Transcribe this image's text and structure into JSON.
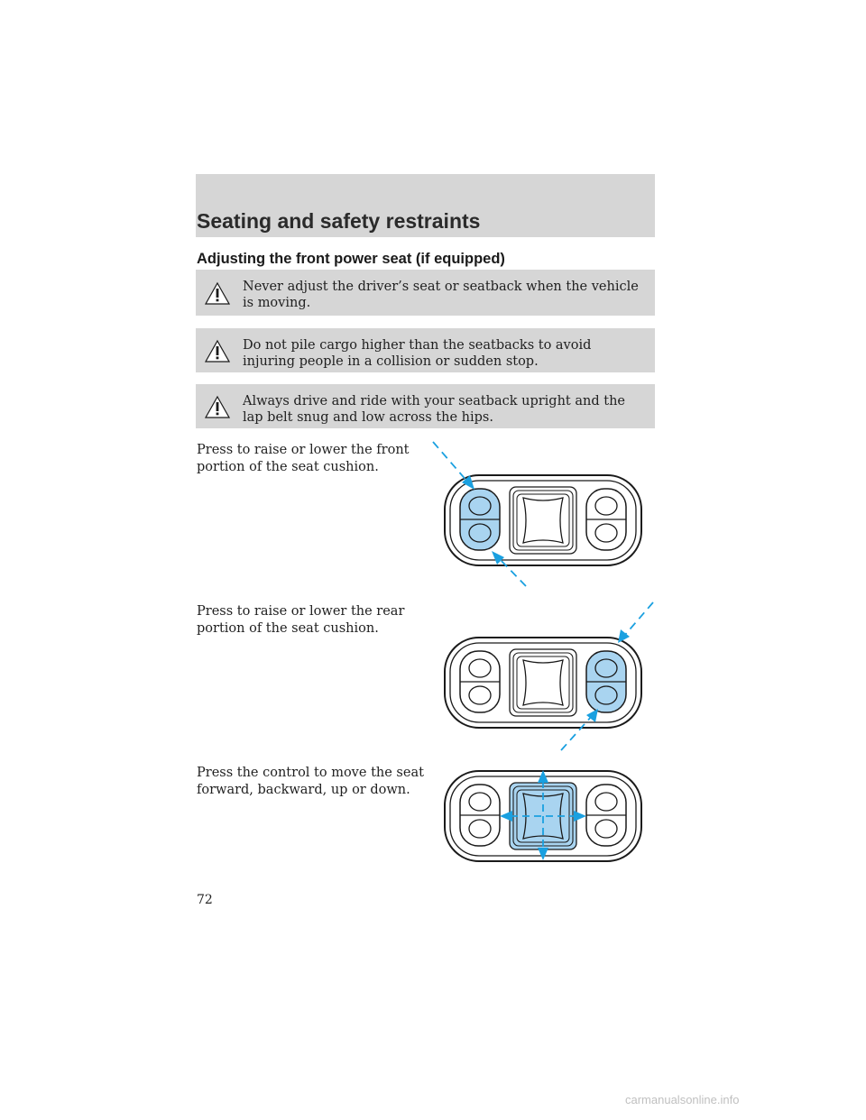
{
  "header": {
    "title": "Seating and safety restraints"
  },
  "section": {
    "title": "Adjusting the front power seat (if equipped)",
    "warnings": [
      {
        "icon": "warning-triangle-icon",
        "text": "Never adjust the driver’s seat or seatback when the vehicle is moving."
      },
      {
        "icon": "warning-triangle-icon",
        "text": "Do not pile cargo higher than the seatbacks to avoid injuring people in a collision or sudden stop."
      },
      {
        "icon": "warning-triangle-icon",
        "text": "Always drive and ride with your seatback upright and the lap belt snug and low across the hips."
      }
    ],
    "instructions": [
      {
        "text": "Press to raise or lower the front portion of the seat cushion.",
        "diagram": "front-cushion-switch-diagram"
      },
      {
        "text": "Press to raise or lower the rear portion of the seat cushion.",
        "diagram": "rear-cushion-switch-diagram"
      },
      {
        "text": "Press the control to move the seat forward, backward, up or down.",
        "diagram": "seat-position-control-diagram"
      }
    ]
  },
  "footer": {
    "page_number": "72",
    "watermark": "carmanualsonline.info"
  },
  "colors": {
    "band_gray": "#d6d6d6",
    "highlight_blue": "#a9d4f0",
    "arrow_blue": "#1aa0e0",
    "line": "#1a1a1a"
  }
}
